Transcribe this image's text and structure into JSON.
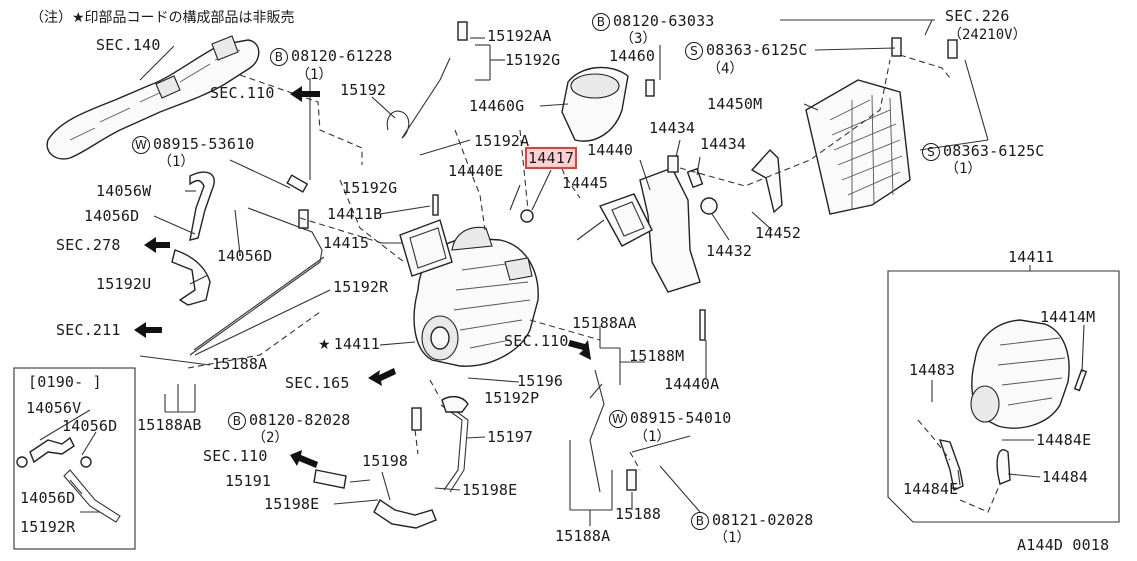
{
  "note": "（注）★印部品コードの構成部品は非販売",
  "figure_code": "A144D 0018",
  "labels": {
    "sec140": "SEC.140",
    "sec110_a": "SEC.110",
    "sec110_b": "SEC.110",
    "sec110_c": "SEC.110",
    "sec226": "SEC.226",
    "sec226_sub": "（24210V）",
    "sec278": "SEC.278",
    "sec211": "SEC.211",
    "sec165": "SEC.165",
    "b61228": "08120-61228",
    "b61228_qty": "（1）",
    "b63033": "08120-63033",
    "b63033_qty": "（3）",
    "s6125c_a": "08363-6125C",
    "s6125c_a_qty": "（4）",
    "s6125c_b": "08363-6125C",
    "s6125c_b_qty": "（1）",
    "w53610": "08915-53610",
    "w53610_qty": "（1）",
    "w54010": "08915-54010",
    "w54010_qty": "（1）",
    "b82028": "08120-82028",
    "b82028_qty": "（2）",
    "b02028": "08121-02028",
    "b02028_qty": "（1）",
    "p15192AA": "15192AA",
    "p15192G_a": "15192G",
    "p15192": "15192",
    "p15192A": "15192A",
    "p15192G_b": "15192G",
    "p14460": "14460",
    "p14460G": "14460G",
    "p14450M": "14450M",
    "p14417": "14417",
    "p14440E": "14440E",
    "p14440": "14440",
    "p14434_a": "14434",
    "p14434_b": "14434",
    "p14445": "14445",
    "p14432": "14432",
    "p14452": "14452",
    "p14056W": "14056W",
    "p14056D_a": "14056D",
    "p14056D_b": "14056D",
    "p14411B": "14411B",
    "p14415": "14415",
    "p15192U": "15192U",
    "p15192R": "15192R",
    "p14411_star": "14411",
    "p15188A": "15188A",
    "p15188AB": "15188AB",
    "p15188AA": "15188AA",
    "p15188M": "15188M",
    "p14440A": "14440A",
    "p15196": "15196",
    "p15192P": "15192P",
    "p15197": "15197",
    "p15198": "15198",
    "p15191": "15191",
    "p15198E_a": "15198E",
    "p15198E_b": "15198E",
    "p15188": "15188",
    "p15188A_b": "15188A",
    "inset_left_title": "[0190-  ]",
    "inset_14056V": "14056V",
    "inset_14056D_a": "14056D",
    "inset_14056D_b": "14056D",
    "inset_15192R": "15192R",
    "inset_right_title": "14411",
    "inset_14414M": "14414M",
    "inset_14483": "14483",
    "inset_14484E_a": "14484E",
    "inset_14484E_b": "14484E",
    "inset_14484": "14484"
  },
  "symbols": {
    "bolt": "B",
    "screw": "S",
    "washer": "W",
    "star": "★"
  },
  "highlight_color": "#e04040"
}
